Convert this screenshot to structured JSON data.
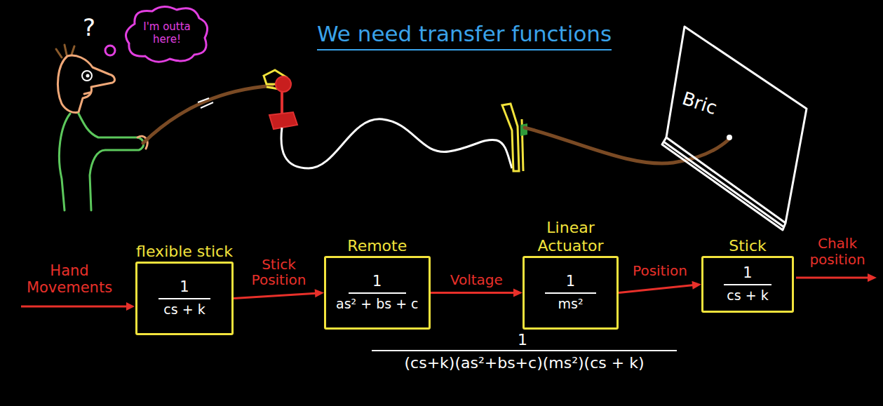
{
  "diagram": {
    "title": "We need transfer functions",
    "nodes": [
      {
        "text": [
          "I'm outta here!"
        ]
      },
      {
        "text": [
          "flexible stick",
          "1",
          "cs + k"
        ]
      },
      {
        "text": [
          "Remote",
          "1",
          "as² + bs + c"
        ]
      },
      {
        "text": [
          "Linear Actuator",
          "1",
          "ms²"
        ]
      },
      {
        "text": [
          "Stick",
          "1",
          "cs + k"
        ]
      }
    ],
    "edges": [
      {
        "from": 1,
        "to": 2,
        "arrow": "to",
        "label": "Stick Position"
      },
      {
        "from": 2,
        "to": 3,
        "arrow": "to",
        "label": "Voltage"
      },
      {
        "from": 3,
        "to": 4,
        "arrow": "to",
        "label": "Position"
      }
    ],
    "labels": [
      "?",
      "Bric",
      "Hand Movements",
      "Chalk position",
      "1",
      "(cs+k)(as²+bs+c)(ms²)(cs + k)"
    ]
  }
}
